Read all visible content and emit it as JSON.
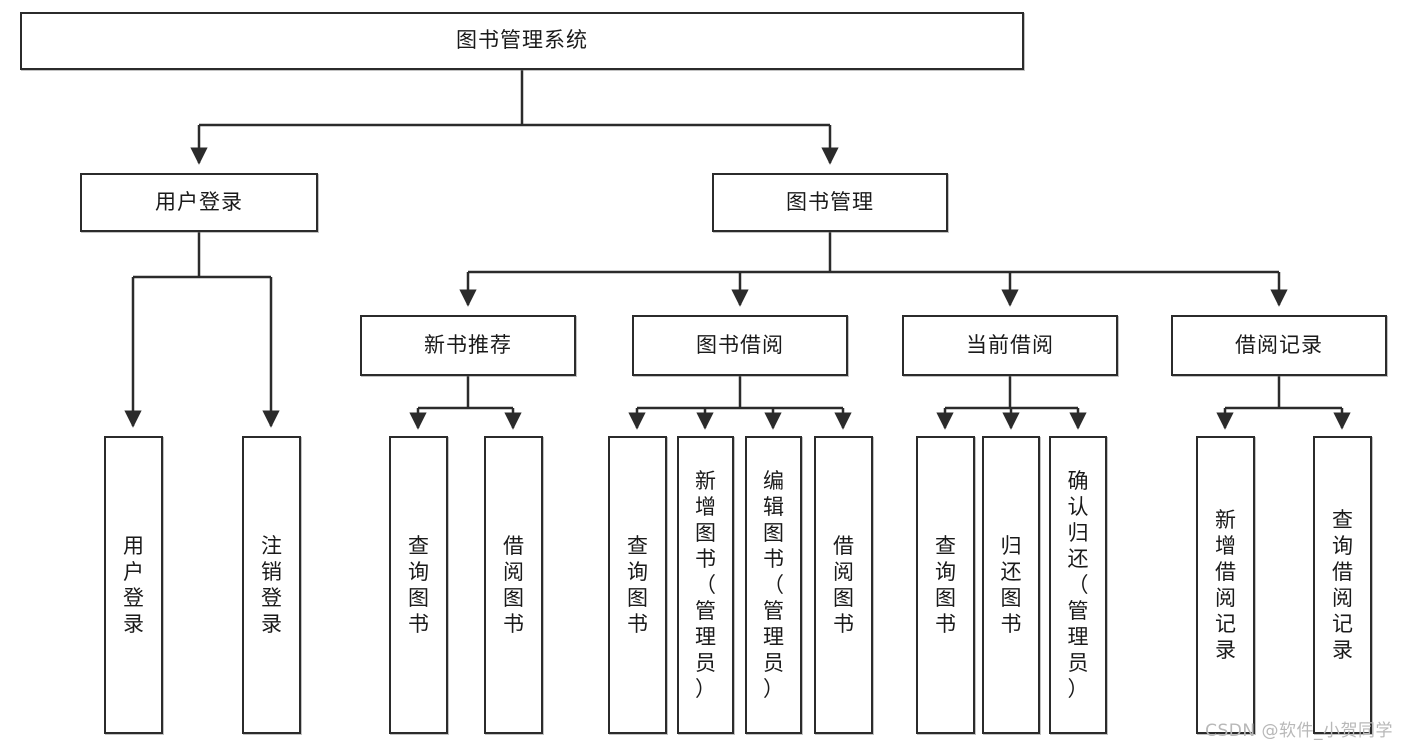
{
  "diagram": {
    "type": "hierarchy-tree",
    "title": "图书管理系统",
    "levels": 4,
    "root": {
      "label": "图书管理系统"
    },
    "level2": [
      {
        "label": "用户登录"
      },
      {
        "label": "图书管理"
      }
    ],
    "level3": [
      {
        "label": "新书推荐",
        "parent": "图书管理"
      },
      {
        "label": "图书借阅",
        "parent": "图书管理"
      },
      {
        "label": "当前借阅",
        "parent": "图书管理"
      },
      {
        "label": "借阅记录",
        "parent": "图书管理"
      }
    ],
    "leaves": {
      "user_login": [
        {
          "label": "用户登录",
          "chars": "用\n户\n登\n录"
        },
        {
          "label": "注销登录",
          "chars": "注\n销\n登\n录"
        }
      ],
      "new_book_recommend": [
        {
          "label": "查询图书",
          "chars": "查\n询\n图\n书"
        },
        {
          "label": "借阅图书",
          "chars": "借\n阅\n图\n书"
        }
      ],
      "book_borrow": [
        {
          "label": "查询图书",
          "chars": "查\n询\n图\n书"
        },
        {
          "label": "新增图书（管理员）",
          "chars": "新\n增\n图\n书\n（\n管\n理\n员\n）"
        },
        {
          "label": "编辑图书（管理员）",
          "chars": "编\n辑\n图\n书\n（\n管\n理\n员\n）"
        },
        {
          "label": "借阅图书",
          "chars": "借\n阅\n图\n书"
        }
      ],
      "current_borrow": [
        {
          "label": "查询图书",
          "chars": "查\n询\n图\n书"
        },
        {
          "label": "归还图书",
          "chars": "归\n还\n图\n书"
        },
        {
          "label": "确认归还（管理员）",
          "chars": "确\n认\n归\n还\n（\n管\n理\n员\n）"
        }
      ],
      "borrow_record": [
        {
          "label": "新增借阅记录",
          "chars": "新\n增\n借\n阅\n记\n录"
        },
        {
          "label": "查询借阅记录",
          "chars": "查\n询\n借\n阅\n记\n录"
        }
      ]
    },
    "watermark": "CSDN @软件_小贺同学",
    "colors": {
      "stroke": "#2b2b2b",
      "fill": "#ffffff",
      "text": "#1a1a1a",
      "watermark": "#b8b8b8"
    }
  }
}
